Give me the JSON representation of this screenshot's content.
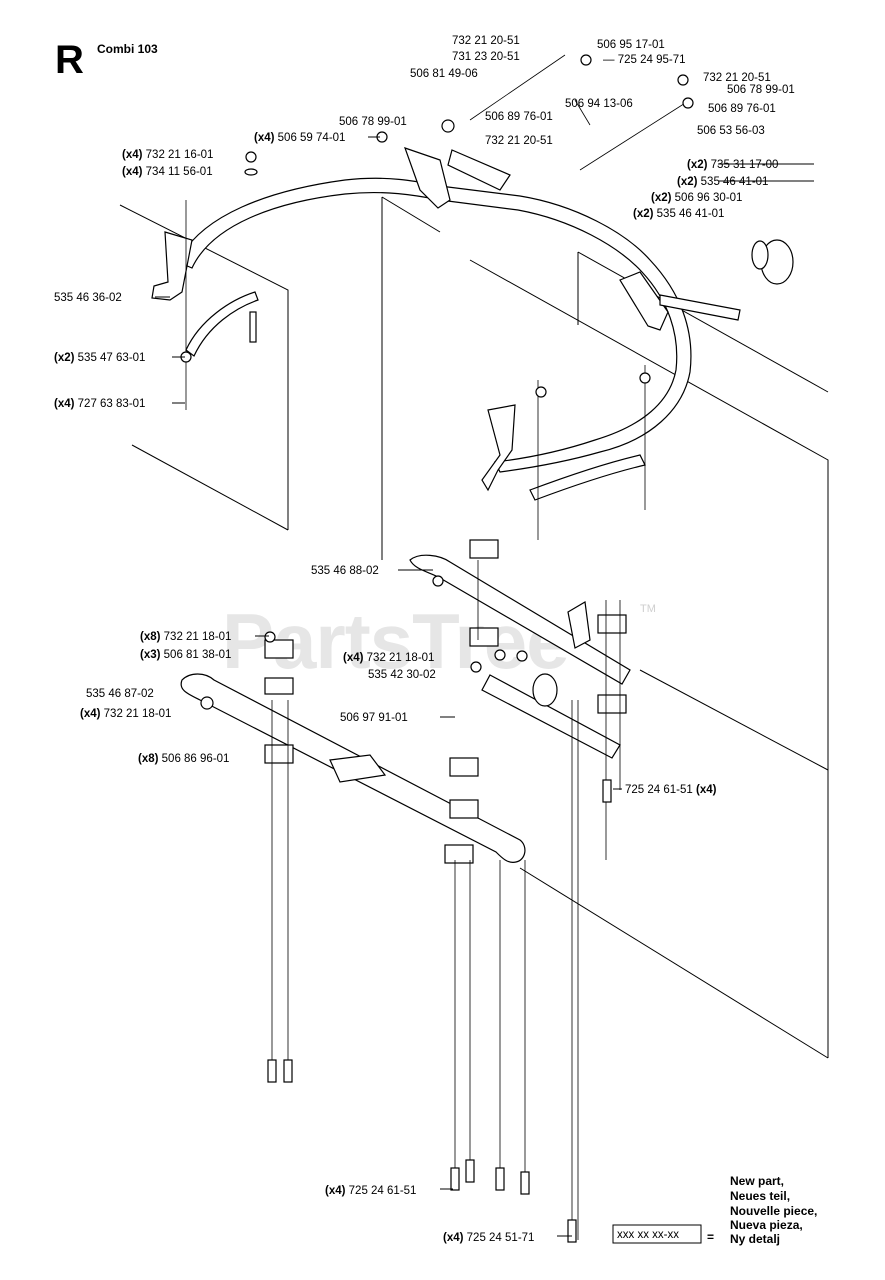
{
  "section_letter": "R",
  "model": "Combi 103",
  "watermark": "PartsTree",
  "watermark_mark": "TM",
  "parts": [
    {
      "qty": "",
      "number": "732 21 20-51"
    },
    {
      "qty": "",
      "number": "731 23 20-51"
    },
    {
      "qty": "",
      "number": "506 81 49-06"
    },
    {
      "qty": "",
      "number": "506 95 17-01"
    },
    {
      "qty": "",
      "number": "725 24 95-71"
    },
    {
      "qty": "",
      "number": "732 21 20-51"
    },
    {
      "qty": "",
      "number": "506 78 99-01"
    },
    {
      "qty": "",
      "number": "506 94 13-06"
    },
    {
      "qty": "",
      "number": "506 89 76-01"
    },
    {
      "qty": "",
      "number": "506 53 56-03"
    },
    {
      "qty": "",
      "number": "506 78 99-01"
    },
    {
      "qty": "",
      "number": "506 89 76-01"
    },
    {
      "qty": "",
      "number": "732 21 20-51"
    },
    {
      "qty": "(x4)",
      "number": "506 59 74-01"
    },
    {
      "qty": "(x4)",
      "number": "732 21 16-01"
    },
    {
      "qty": "(x4)",
      "number": "734 11 56-01"
    },
    {
      "qty": "(x2)",
      "number": "735 31 17-00"
    },
    {
      "qty": "(x2)",
      "number": "535 46 41-01"
    },
    {
      "qty": "(x2)",
      "number": "506 96 30-01"
    },
    {
      "qty": "(x2)",
      "number": "535 46 41-01"
    },
    {
      "qty": "",
      "number": "535 46 36-02"
    },
    {
      "qty": "(x2)",
      "number": "535 47 63-01"
    },
    {
      "qty": "(x4)",
      "number": "727 63 83-01"
    },
    {
      "qty": "",
      "number": "535 46 88-02"
    },
    {
      "qty": "(x8)",
      "number": "732 21 18-01"
    },
    {
      "qty": "(x3)",
      "number": "506 81 38-01"
    },
    {
      "qty": "(x4)",
      "number": "732 21 18-01"
    },
    {
      "qty": "",
      "number": "535 42 30-02"
    },
    {
      "qty": "",
      "number": "535 46 87-02"
    },
    {
      "qty": "(x4)",
      "number": "732 21 18-01"
    },
    {
      "qty": "",
      "number": "506 97 91-01"
    },
    {
      "qty": "(x8)",
      "number": "506 86 96-01"
    },
    {
      "qty": "",
      "number": "725 24 61-51",
      "qty_after": "(x4)"
    },
    {
      "qty": "(x4)",
      "number": "725 24 61-51"
    },
    {
      "qty": "(x4)",
      "number": "725 24 51-71"
    }
  ],
  "legend": {
    "box_text": "xxx xx xx-xx",
    "equals": "=",
    "lines": [
      "New part,",
      "Neues teil,",
      "Nouvelle piece,",
      "Nueva pieza,",
      "Ny detalj"
    ]
  }
}
